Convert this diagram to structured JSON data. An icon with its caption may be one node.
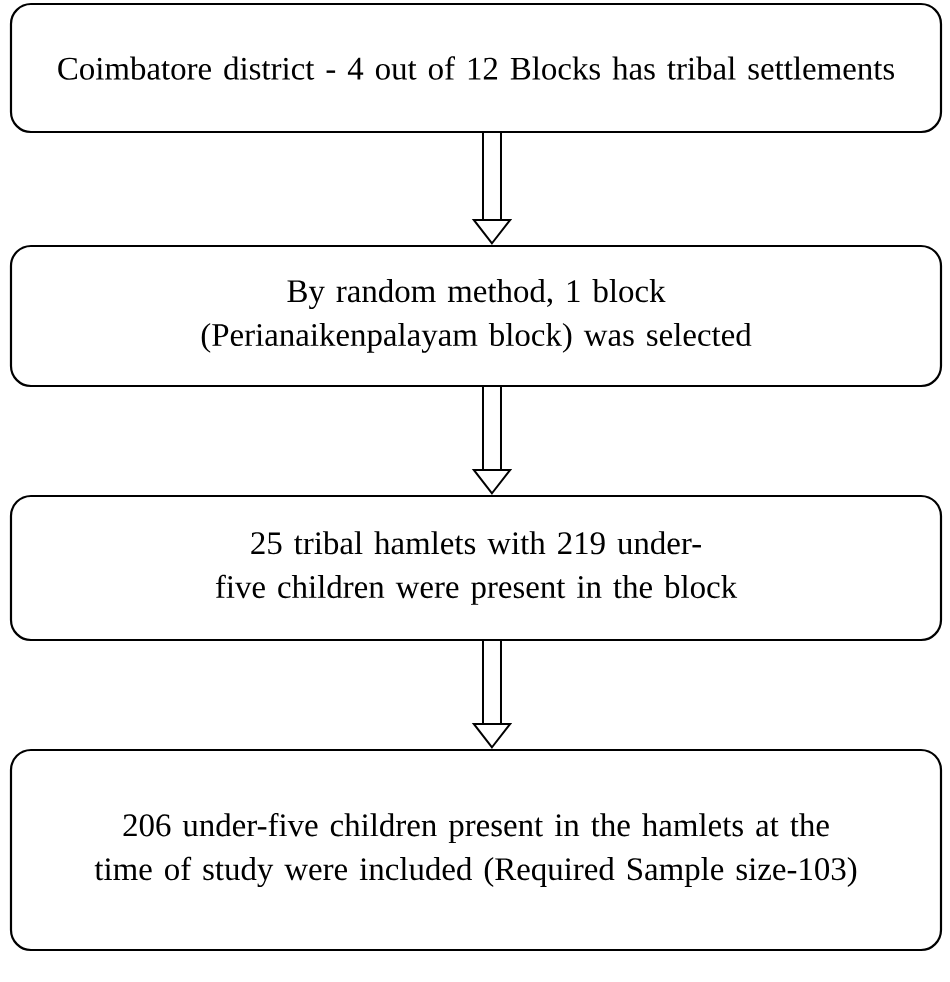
{
  "diagram": {
    "nodes": [
      {
        "text": [
          "Coimbatore district - 4 out of 12 Blocks has tribal settlements"
        ]
      },
      {
        "text": [
          "By random method, 1 block (Perianaikenpalayam block) was selected"
        ]
      },
      {
        "text": [
          "25 tribal hamlets with 219 under-five children were present in the block"
        ]
      },
      {
        "text": [
          "206 under-five children present in the hamlets at the time of study were included (Required Sample size-103)"
        ]
      }
    ],
    "edges": [
      {
        "from": 0,
        "to": 1,
        "arrow": "to"
      },
      {
        "from": 1,
        "to": 2,
        "arrow": "to"
      },
      {
        "from": 2,
        "to": 3,
        "arrow": "to"
      }
    ]
  }
}
